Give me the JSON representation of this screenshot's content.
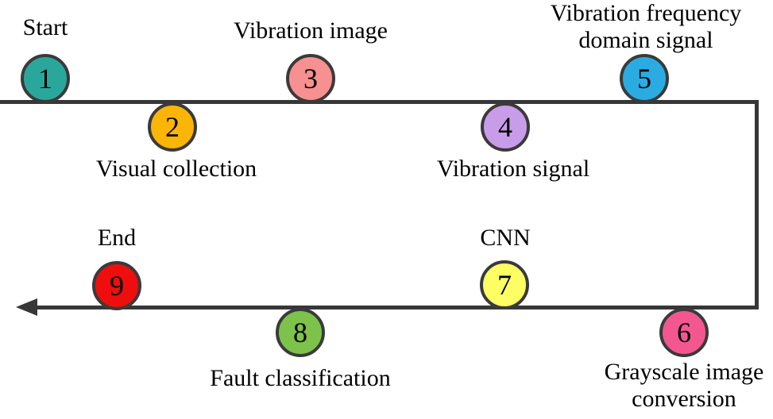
{
  "diagram": {
    "description": "Flow diagram of a CNN-based fault diagnosis process with nine numbered steps on a boustrophedon arrow path",
    "colors": {
      "line": "#373737",
      "node_stroke": "#3a3a3a",
      "text": "#000000",
      "background": "#ffffff"
    },
    "nodes": [
      {
        "number": "1",
        "label": "Start",
        "fill": "#2aa79b"
      },
      {
        "number": "2",
        "label": "Visual collection",
        "fill": "#fbb506"
      },
      {
        "number": "3",
        "label": "Vibration image",
        "fill": "#f79091"
      },
      {
        "number": "4",
        "label": "Vibration signal",
        "fill": "#c99cea"
      },
      {
        "number": "5",
        "label": "Vibration frequency domain signal",
        "fill": "#2aace3"
      },
      {
        "number": "6",
        "label": "Grayscale image conversion",
        "fill": "#f4578f"
      },
      {
        "number": "7",
        "label": "CNN",
        "fill": "#fdfd64"
      },
      {
        "number": "8",
        "label": "Fault classification",
        "fill": "#7dc24b"
      },
      {
        "number": "9",
        "label": "End",
        "fill": "#ee0e0e"
      }
    ]
  }
}
